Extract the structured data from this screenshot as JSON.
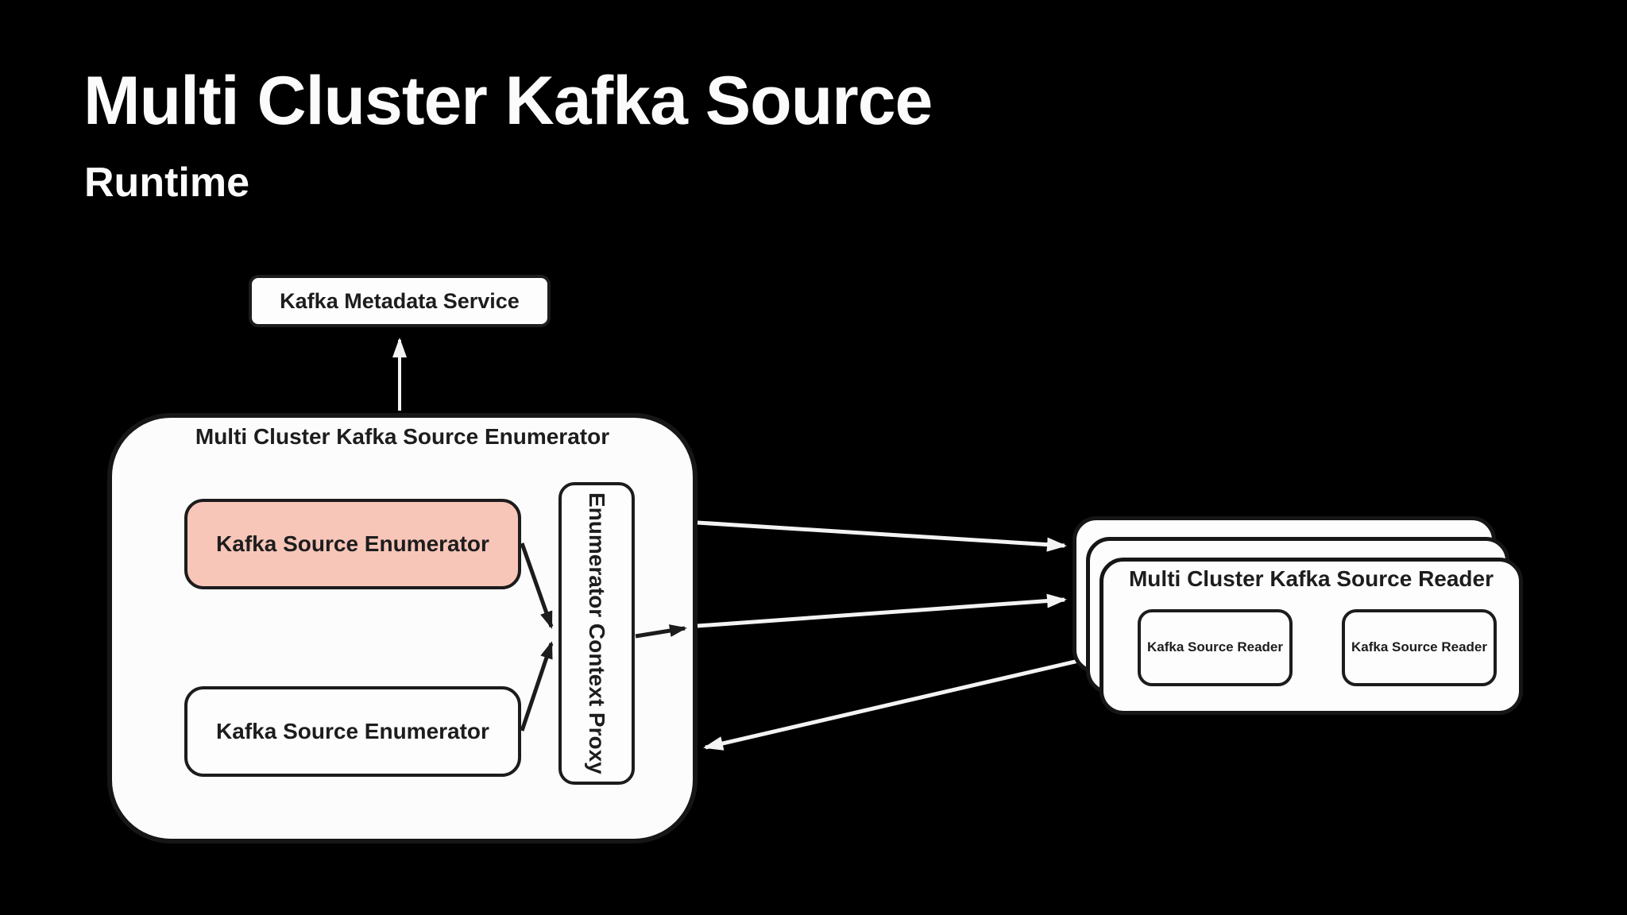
{
  "slide": {
    "title": "Multi Cluster Kafka Source",
    "subtitle": "Runtime"
  },
  "colors": {
    "background": "#000000",
    "heading_text": "#fbfbfb",
    "box_fill": "#fdfdfd",
    "box_border": "#1c1c1c",
    "highlight_fill": "#f7c6b9",
    "label_text": "#1d1d1d",
    "arrow_on_dark": "#f3f3f3",
    "arrow_on_light": "#1c1c1c"
  },
  "diagram": {
    "kafka_metadata_service": {
      "label": "Kafka Metadata Service"
    },
    "enumerator_group": {
      "title": "Multi Cluster Kafka Source Enumerator",
      "active_enumerator": {
        "label": "Kafka Source Enumerator",
        "highlighted": true
      },
      "idle_enumerator": {
        "label": "Kafka Source Enumerator",
        "highlighted": false
      },
      "context_proxy": {
        "label": "Enumerator Context Proxy"
      }
    },
    "reader_group": {
      "title": "Multi Cluster Kafka Source Reader",
      "stack_count": 3,
      "readers": [
        {
          "label": "Kafka Source Reader"
        },
        {
          "label": "Kafka Source Reader"
        }
      ]
    }
  }
}
